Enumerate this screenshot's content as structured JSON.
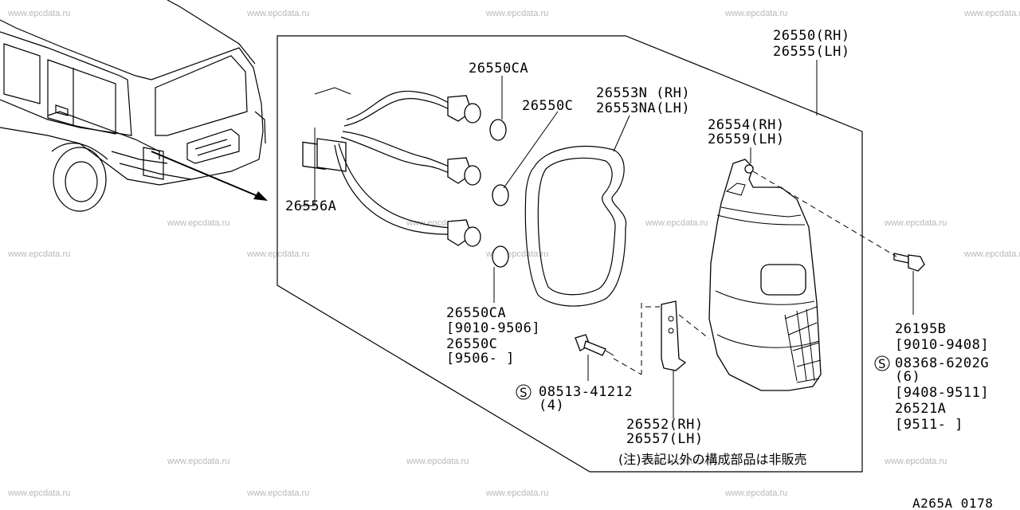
{
  "watermark": "www.epcdata.ru",
  "diagram_code": "A265A 0178",
  "note": "(注)表記以外の構成部品は非販売",
  "labels": {
    "p26550ca_top": "26550CA",
    "p26550c_top": "26550C",
    "p26553n": "26553N (RH)",
    "p26553na": "26553NA(LH)",
    "p26550": "26550(RH)",
    "p26555": "26555(LH)",
    "p26554": "26554(RH)",
    "p26559": "26559(LH)",
    "p26556a": "26556A",
    "p26550ca_bot": "26550CA",
    "d9010_9506": "[9010-9506]",
    "p26550c_bot": "26550C",
    "d9506": "[9506-     ]",
    "p08513_s": "S",
    "p08513": "08513-41212",
    "p08513_qty": "(4)",
    "p26552": "26552(RH)",
    "p26557": "26557(LH)",
    "p26195b": "26195B",
    "d9010_9408": "[9010-9408]",
    "p08368_s": "S",
    "p08368": "08368-6202G",
    "p08368_qty": "(6)",
    "d9408_9511": "[9408-9511]",
    "p26521a": "26521A",
    "d9511": "[9511-     ]"
  }
}
